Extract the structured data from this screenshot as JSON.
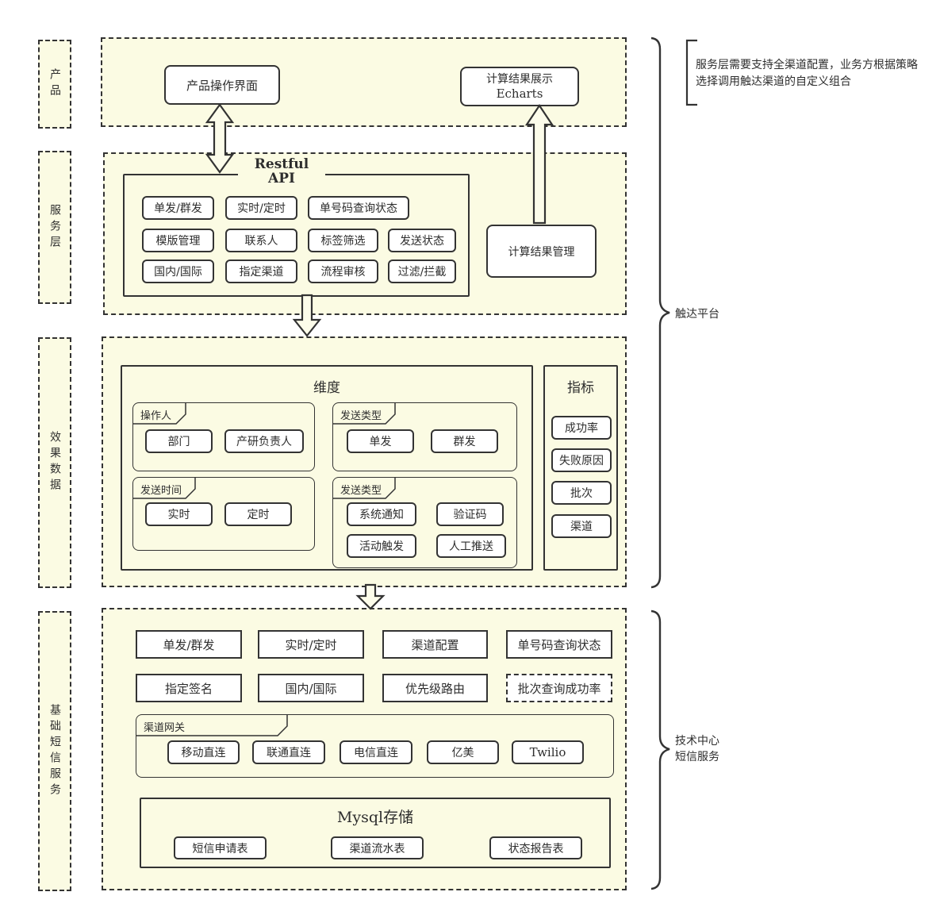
{
  "colors": {
    "section_fill": "#FBFBE3",
    "stroke": "#333333",
    "node_fill": "#FFFFFF"
  },
  "side_labels": [
    {
      "text": "产品"
    },
    {
      "text": "服务层"
    },
    {
      "text": "效果数据"
    },
    {
      "text": "基础短信服务"
    }
  ],
  "product_section": {
    "ui_box": "产品操作界面",
    "echarts_line1": "计算结果展示",
    "echarts_line2": "Echarts"
  },
  "service_section": {
    "api_title_line1": "Restful",
    "api_title_line2": "API",
    "rows": [
      [
        "单发/群发",
        "实时/定时",
        "单号码查询状态"
      ],
      [
        "模版管理",
        "联系人",
        "标签筛选",
        "发送状态"
      ],
      [
        "国内/国际",
        "指定渠道",
        "流程审核",
        "过滤/拦截"
      ]
    ],
    "result_box": "计算结果管理"
  },
  "effect_section": {
    "dimension_title": "维度",
    "groups": [
      {
        "label": "操作人",
        "items": [
          "部门",
          "产研负责人"
        ]
      },
      {
        "label": "发送类型",
        "items": [
          "单发",
          "群发"
        ]
      },
      {
        "label": "发送时间",
        "items": [
          "实时",
          "定时"
        ]
      },
      {
        "label": "发送类型",
        "items": [
          "系统通知",
          "验证码",
          "活动触发",
          "人工推送"
        ]
      }
    ],
    "indicator_title": "指标",
    "indicators": [
      "成功率",
      "失败原因",
      "批次",
      "渠道"
    ]
  },
  "base_section": {
    "row1": [
      "单发/群发",
      "实时/定时",
      "渠道配置",
      "单号码查询状态"
    ],
    "row2": [
      "指定签名",
      "国内/国际",
      "优先级路由",
      "批次查询成功率"
    ],
    "gateway": {
      "label": "渠道网关",
      "items": [
        "移动直连",
        "联通直连",
        "电信直连",
        "亿美",
        "Twilio"
      ]
    },
    "mysql": {
      "title": "Mysql存储",
      "items": [
        "短信申请表",
        "渠道流水表",
        "状态报告表"
      ]
    }
  },
  "annotations": {
    "note_line1": "服务层需要支持全渠道配置，业务方根据策略",
    "note_line2": "选择调用触达渠道的自定义组合",
    "brace1_label": "触达平台",
    "brace2_label_line1": "技术中心",
    "brace2_label_line2": "短信服务"
  }
}
